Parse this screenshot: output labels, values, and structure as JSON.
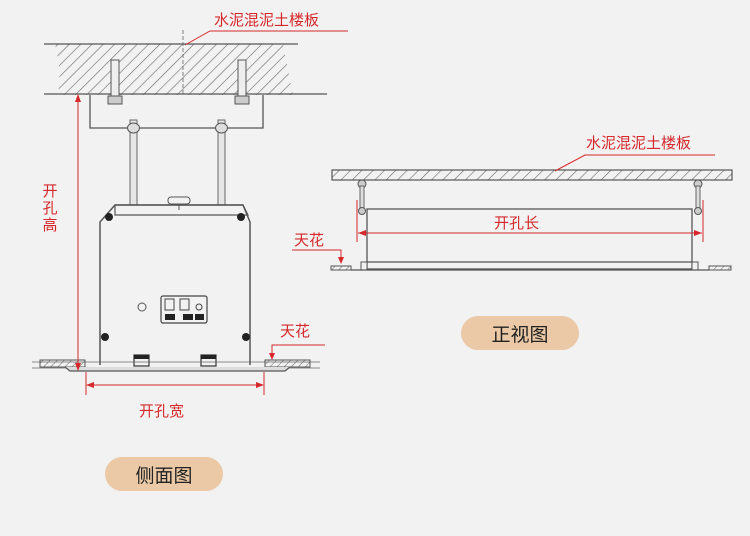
{
  "side_view": {
    "slab_label": "水泥混泥土楼板",
    "height_label": "开孔高",
    "width_label": "开孔宽",
    "ceiling_label": "天花",
    "caption": "侧面图"
  },
  "front_view": {
    "slab_label": "水泥混泥土楼板",
    "length_label": "开孔长",
    "ceiling_label": "天花",
    "caption": "正视图"
  },
  "colors": {
    "background": "#f2f2f2",
    "annotation": "#d6282b",
    "line": "#555555",
    "caption_pill": "#ebc9a6"
  }
}
